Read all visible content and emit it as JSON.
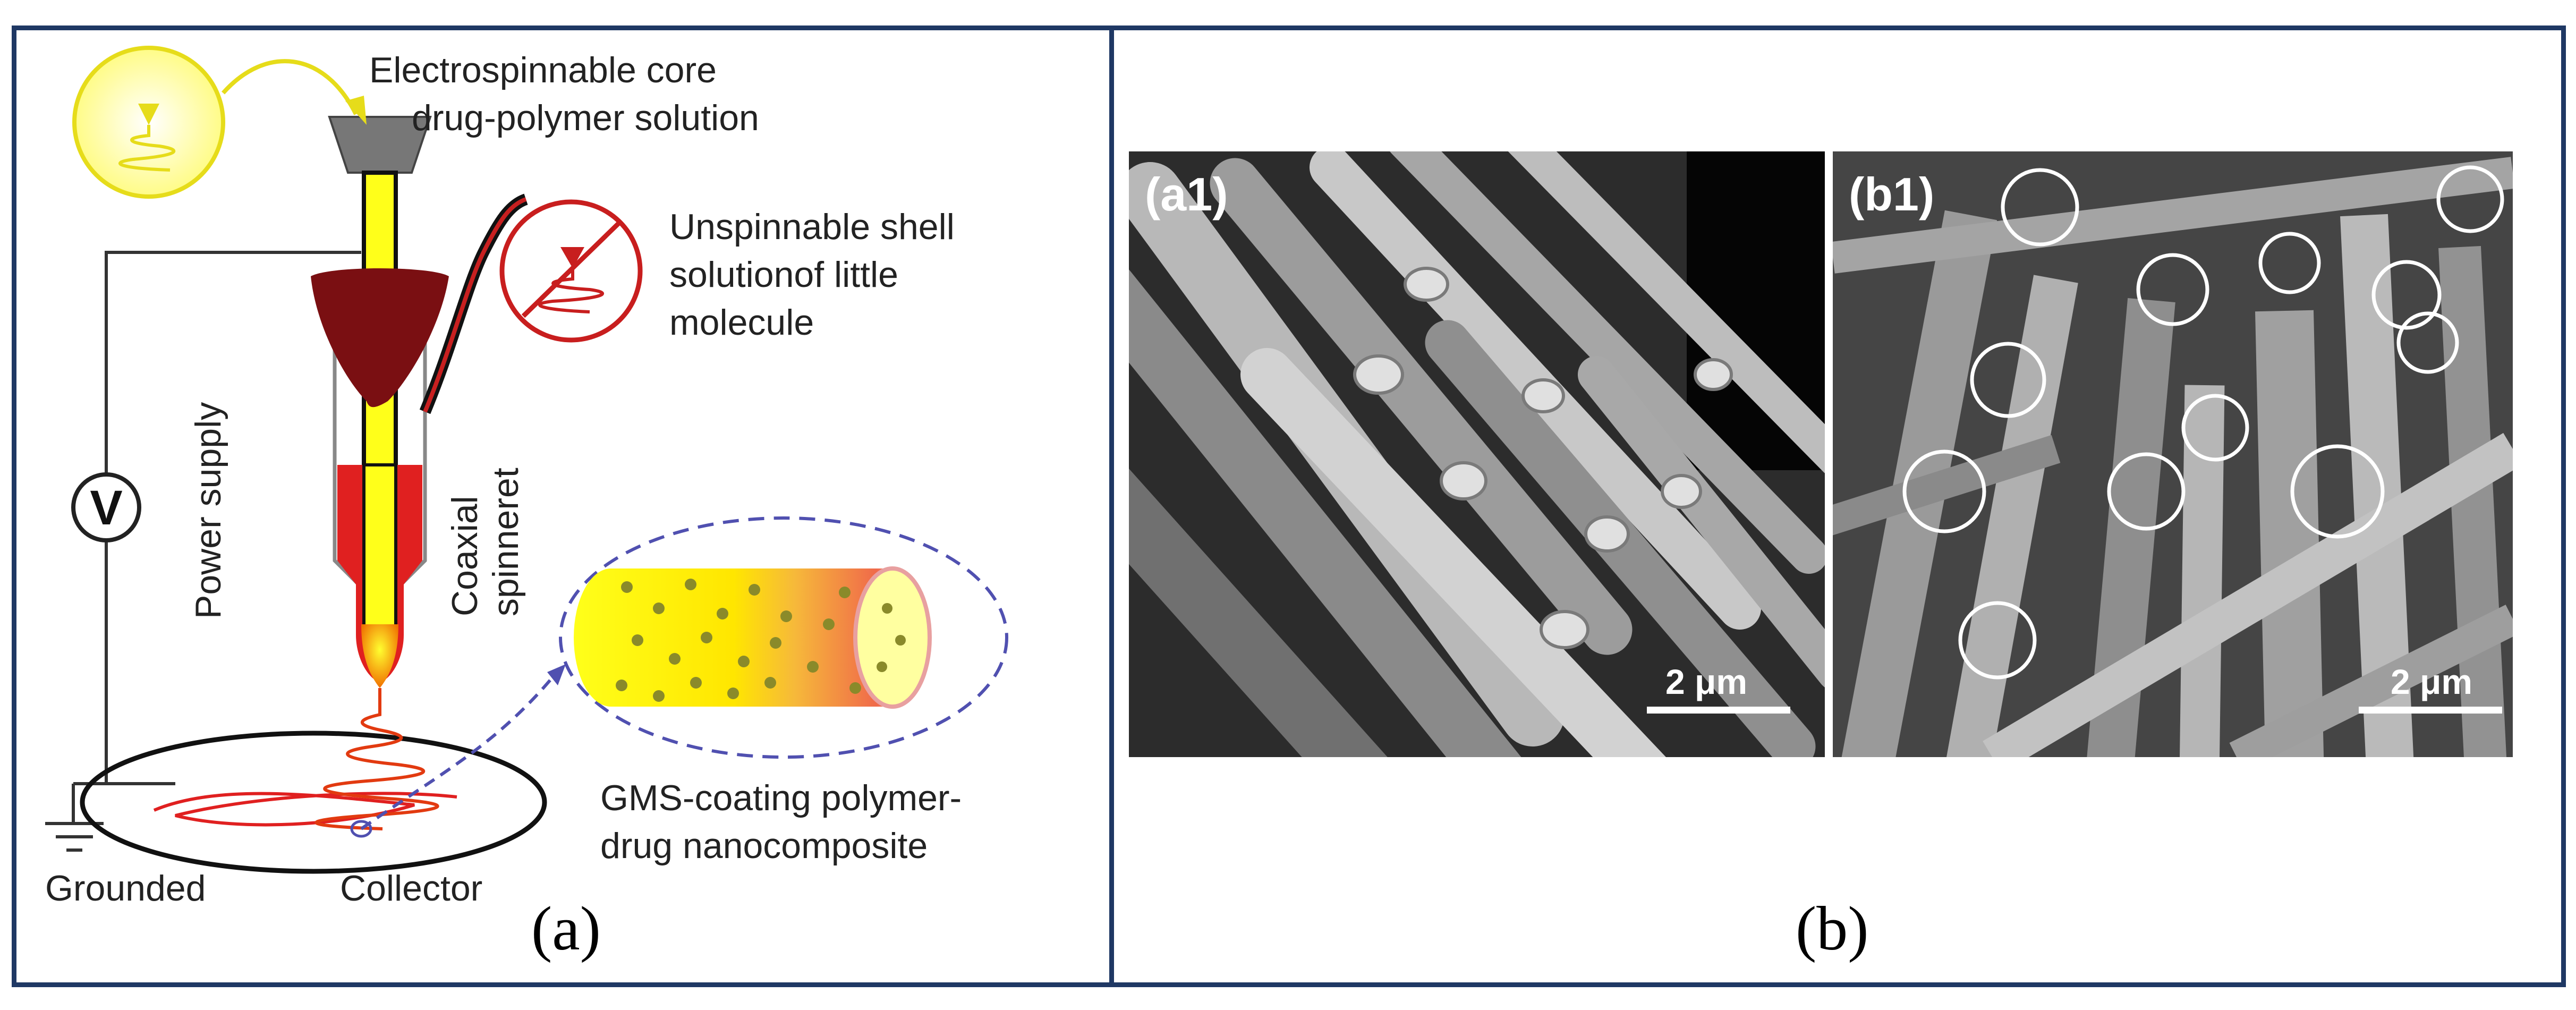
{
  "panel_a": {
    "label_core": [
      "Electrospinnable core",
      "drug-polymer solution"
    ],
    "label_shell": [
      "Unspinnable shell",
      "solutionof little",
      "molecule"
    ],
    "label_spinneret": [
      "Coaxial",
      "spinneret"
    ],
    "label_power": "Power supply",
    "label_voltmeter": "V",
    "label_product": [
      "GMS-coating polymer-",
      "drug nanocomposite"
    ],
    "label_grounded": "Grounded",
    "label_collector": "Collector",
    "caption": "(a)"
  },
  "panel_b": {
    "a1": {
      "tag": "(a1)",
      "scale": "2 μm"
    },
    "b1": {
      "tag": "(b1)",
      "scale": "2 μm"
    },
    "caption": "(b)"
  },
  "colors": {
    "frame": "#1f3864",
    "core_yellow": "#ffff1a",
    "shell_red": "#e02020",
    "nozzle_dark": "#7a0f12",
    "cone_grey": "#777777",
    "path_blue": "#5050b0"
  }
}
